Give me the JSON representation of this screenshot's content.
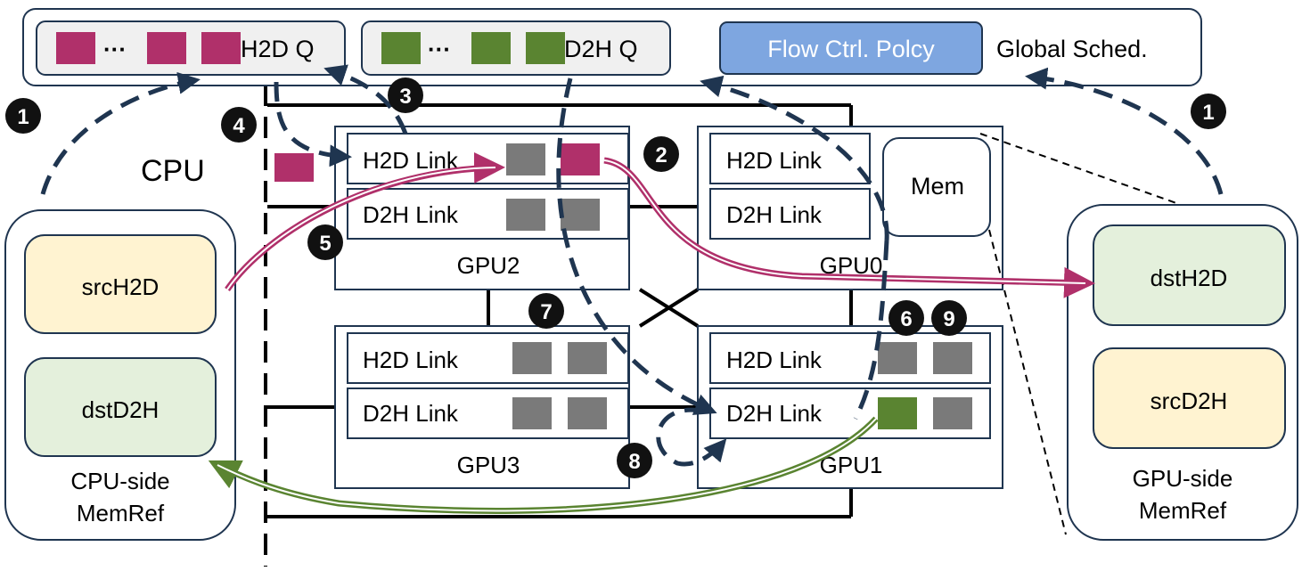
{
  "colors": {
    "h2d": "#b0306a",
    "d2h": "#5a8431",
    "slot": "#7a7a7a",
    "sched_fill": "#7ea6e0",
    "yellow_fill": "#fff3d1",
    "green_fill": "#e4f0dc",
    "border": "#1f3550",
    "arrow": "#1f3550"
  },
  "global_sched": {
    "label": "Global Sched.",
    "h2d_queue": {
      "label": "H2D Q",
      "dots": "···"
    },
    "d2h_queue": {
      "label": "D2H Q",
      "dots": "···"
    },
    "policy": {
      "label": "Flow Ctrl. Polcy"
    }
  },
  "cpu": {
    "label": "CPU",
    "memref": {
      "label_line1": "CPU-side",
      "label_line2": "MemRef",
      "src": "srcH2D",
      "dst": "dstD2H"
    }
  },
  "gpu_side": {
    "memref": {
      "label_line1": "GPU-side",
      "label_line2": "MemRef",
      "dst": "dstH2D",
      "src": "srcD2H"
    }
  },
  "gpus": [
    {
      "name": "GPU2",
      "h2d_label": "H2D Link",
      "d2h_label": "D2H Link"
    },
    {
      "name": "GPU0",
      "h2d_label": "H2D Link",
      "d2h_label": "D2H Link",
      "mem_label": "Mem"
    },
    {
      "name": "GPU3",
      "h2d_label": "H2D Link",
      "d2h_label": "D2H Link"
    },
    {
      "name": "GPU1",
      "h2d_label": "H2D Link",
      "d2h_label": "D2H Link"
    }
  ],
  "steps": [
    "1",
    "1",
    "2",
    "3",
    "4",
    "5",
    "6",
    "7",
    "8",
    "9"
  ]
}
